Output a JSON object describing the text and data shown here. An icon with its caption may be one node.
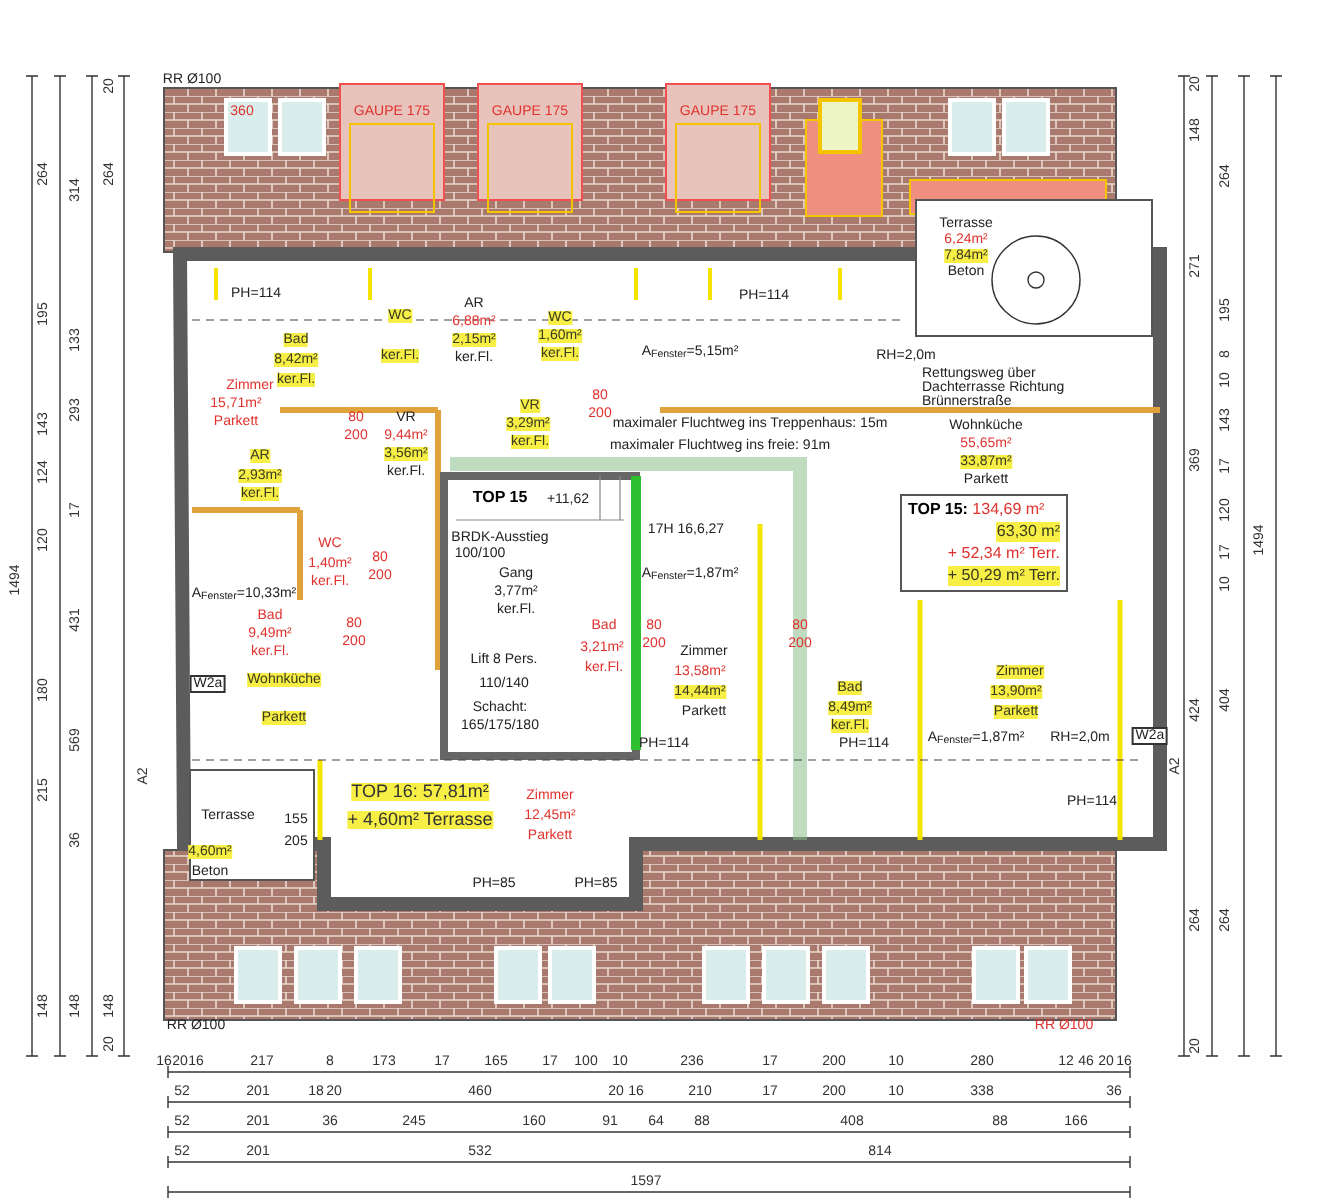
{
  "diagram": {
    "nodes": [
      {
        "text": [
          "**TOP 15:** 134,69 m²",
          "63,30 m²",
          "+ 52,34 m² Terr.",
          "+ 50,29 m² Terr."
        ]
      }
    ],
    "labels": [
      "RR Ø100",
      "360",
      "GAUPE 175",
      "GAUPE 175",
      "GAUPE 175",
      "Terrasse",
      "6,24m²",
      "7,84m²",
      "Beton",
      "PH=114",
      "PH=114",
      "WC",
      "ker.Fl.",
      "AR",
      "6,88m²",
      "2,15m²",
      "ker.Fl.",
      "WC",
      "1,60m²",
      "ker.Fl.",
      "Bad",
      "8,42m²",
      "ker.Fl.",
      "A$_{Fenster}$=5,15m²",
      "RH=2,0m",
      "Rettungsweg über Dachterrasse Richtung Brünnerstraße",
      "Zimmer",
      "15,71m²",
      "Parkett",
      "VR",
      "9,44m²",
      "3,56m²",
      "ker.Fl.",
      "VR",
      "3,29m²",
      "ker.Fl.",
      "maximaler Fluchtweg ins Treppenhaus: 15m",
      "maximaler Fluchtweg ins freie: 91m",
      "Wohnküche",
      "55,65m²",
      "33,87m²",
      "Parkett",
      "AR",
      "2,93m²",
      "ker.Fl.",
      "TOP 15",
      "+11,62",
      "BRDK-Ausstieg",
      "100/100",
      "17H 16,6,27",
      "Gang",
      "3,77m²",
      "ker.Fl.",
      "WC",
      "1,40m²",
      "ker.Fl.",
      "A$_{Fenster}$=1,87m²",
      "A$_{Fenster}$=10,33m²",
      "Bad",
      "9,49m²",
      "ker.Fl.",
      "Wohnküche",
      "Parkett",
      "Lift 8 Pers.",
      "110/140",
      "Schacht:",
      "165/175/180",
      "Bad",
      "3,21m²",
      "ker.Fl.",
      "Zimmer",
      "13,58m²",
      "14,44m²",
      "Parkett",
      "Bad",
      "8,49m²",
      "ker.Fl.",
      "Zimmer",
      "13,90m²",
      "Parkett",
      "W2a",
      "PH=114",
      "PH=114",
      "A$_{Fenster}$=1,87m²",
      "RH=2,0m",
      "W2a",
      "A2",
      "A2",
      "PH=114",
      "TOP 16: 57,81m²",
      "+ 4,60m² Terrasse",
      "Zimmer",
      "12,45m²",
      "Parkett",
      "Terrasse",
      "4,60m²",
      "Beton",
      "155",
      "205",
      "PH=85",
      "PH=85",
      "RR Ø100",
      "RR Ø100",
      "80",
      "200",
      "80",
      "200",
      "80",
      "200",
      "80",
      "200",
      "80",
      "200",
      "80",
      "200",
      "1494",
      "264",
      "195",
      "143",
      "124",
      "120",
      "180",
      "215",
      "148",
      "314",
      "133",
      "293",
      "17",
      "431",
      "569",
      "36",
      "148",
      "20",
      "264",
      "148",
      "20",
      "20",
      "148",
      "271",
      "369",
      "424",
      "264",
      "20",
      "264",
      "195",
      "8",
      "10",
      "143",
      "17",
      "120",
      "17",
      "10",
      "404",
      "264",
      "1494",
      "16",
      "20",
      "16",
      "217",
      "8",
      "173",
      "17",
      "165",
      "17",
      "100",
      "10",
      "236",
      "17",
      "200",
      "10",
      "280",
      "12",
      "46",
      "20",
      "16",
      "52",
      "201",
      "18",
      "20",
      "460",
      "20",
      "16",
      "210",
      "17",
      "200",
      "10",
      "338",
      "36",
      "52",
      "201",
      "36",
      "245",
      "160",
      "91",
      "64",
      "88",
      "408",
      "88",
      "166",
      "52",
      "201",
      "532",
      "814",
      "1597"
    ]
  }
}
